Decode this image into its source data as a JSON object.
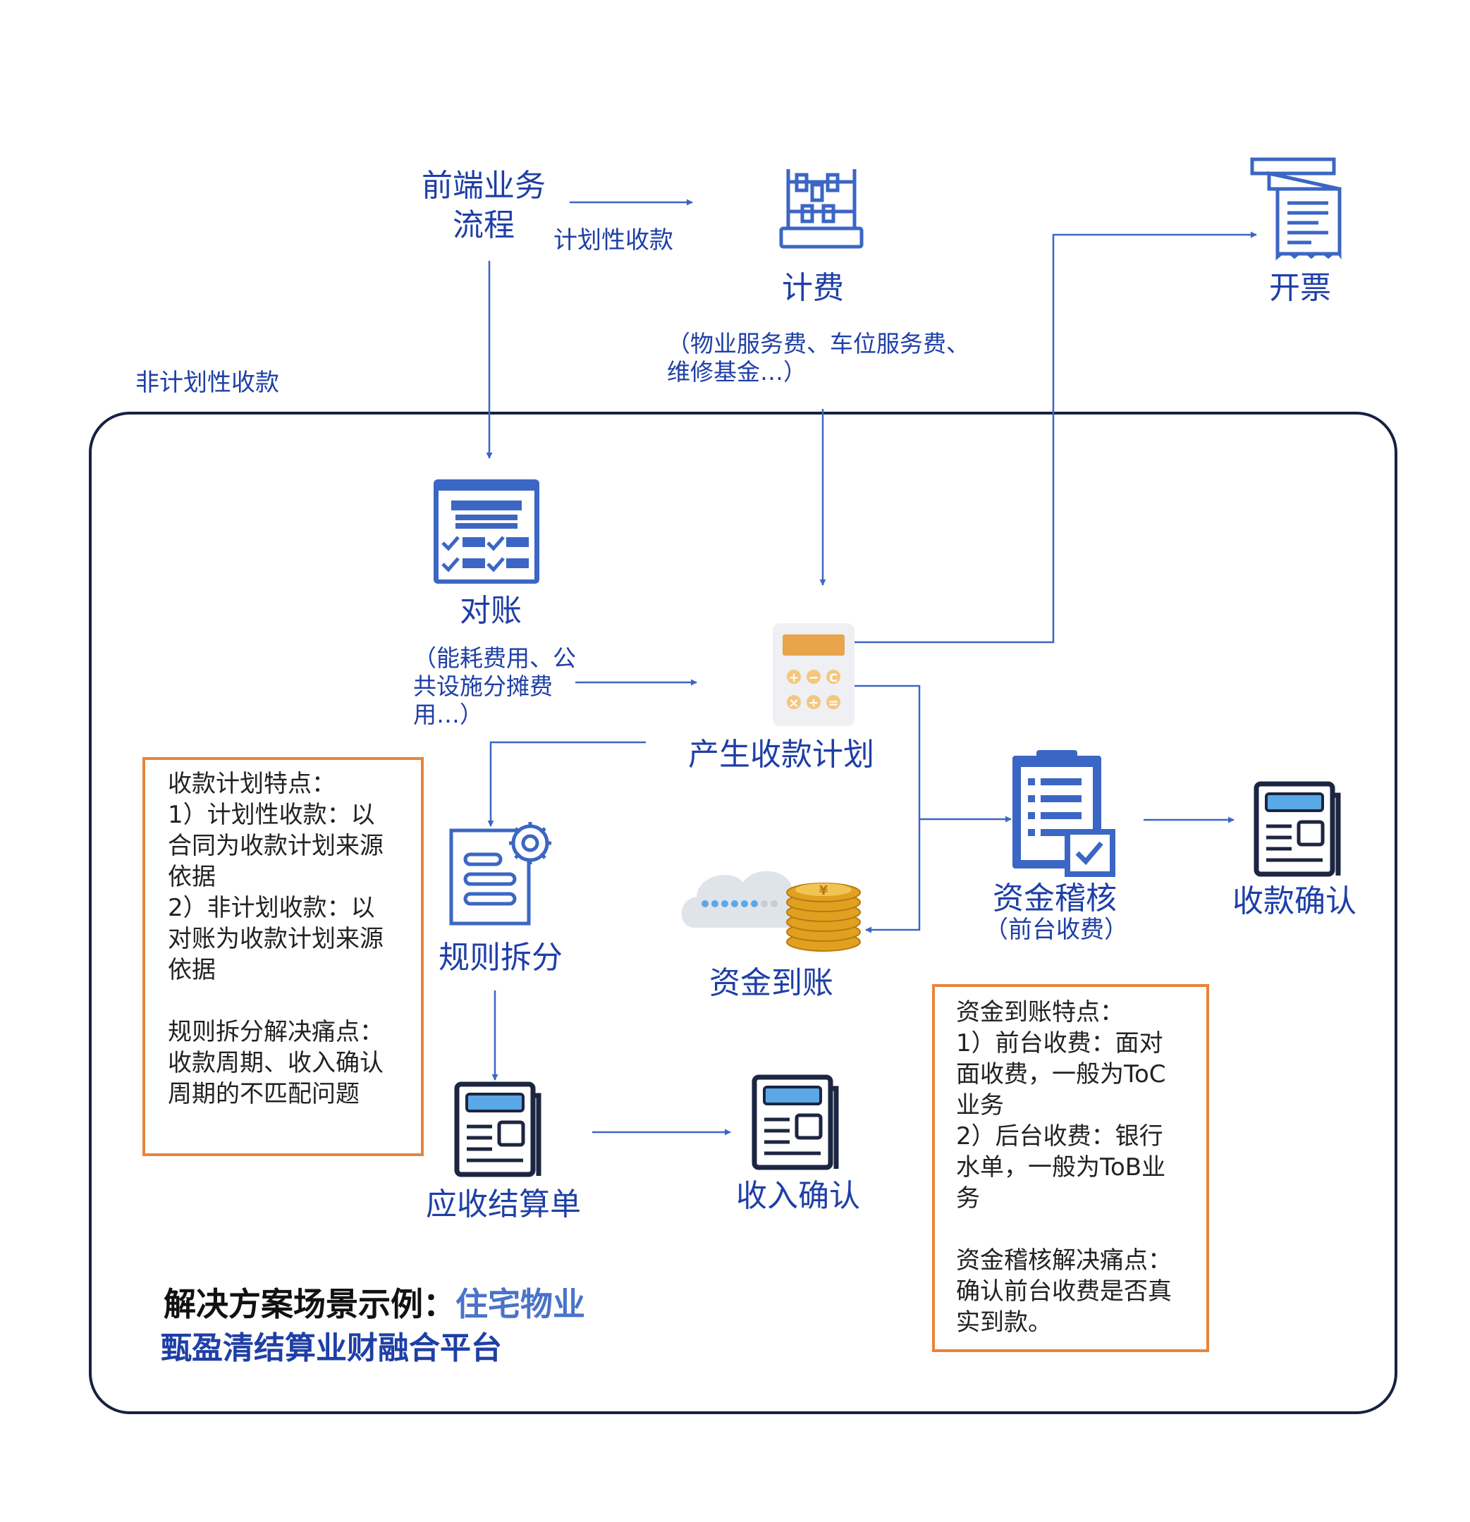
{
  "colors": {
    "primary": "#1f3fa6",
    "icon_blue": "#3b66c4",
    "frame": "#17213f",
    "note_border": "#e8843a",
    "arrow": "#3b66c4",
    "light_blue": "#5aa8e6",
    "dark_navy": "#1c2541",
    "calculator_orange": "#e8a54b",
    "coin_gold": "#e0a020"
  },
  "nodes": {
    "frontend_process": "前端业务\n流程",
    "billing": "计费",
    "billing_detail": "（物业服务费、车位服务费、\n维修基金…）",
    "invoicing": "开票",
    "reconciliation": "对账",
    "reconciliation_detail": "（能耗费用、公\n共设施分摊费\n用…）",
    "payment_plan": "产生收款计划",
    "rule_split": "规则拆分",
    "funds_arrival": "资金到账",
    "fund_audit": "资金稽核",
    "fund_audit_sub": "（前台收费）",
    "payment_confirm": "收款确认",
    "receivable_statement": "应收结算单",
    "revenue_confirm": "收入确认"
  },
  "edge_labels": {
    "planned_collection": "计划性收款",
    "unplanned_collection": "非计划性收款"
  },
  "notes": {
    "plan_features": "收款计划特点：\n1）计划性收款：以\n合同为收款计划来源\n依据\n2）非计划收款：以\n对账为收款计划来源\n依据\n\n规则拆分解决痛点：\n收款周期、收入确认\n周期的不匹配问题",
    "fund_features": "资金到账特点：\n1）前台收费：面对\n面收费，一般为ToC\n业务\n2）后台收费：银行\n水单，一般为ToB业\n务\n\n资金稽核解决痛点：\n确认前台收费是否真\n实到款。"
  },
  "footer": {
    "scenario_prefix": "解决方案场景示例：",
    "scenario_value": "住宅物业",
    "platform": "甄盈清结算业财融合平台"
  },
  "icons": {
    "billing": "abacus-icon",
    "invoicing": "receipt-icon",
    "reconciliation": "checklist-window-icon",
    "payment_plan": "calculator-icon",
    "rule_split": "document-gear-icon",
    "funds_arrival": "cloud-coins-icon",
    "fund_audit": "clipboard-check-icon",
    "payment_confirm": "newspaper-icon",
    "receivable_statement": "newspaper-icon",
    "revenue_confirm": "newspaper-icon"
  }
}
